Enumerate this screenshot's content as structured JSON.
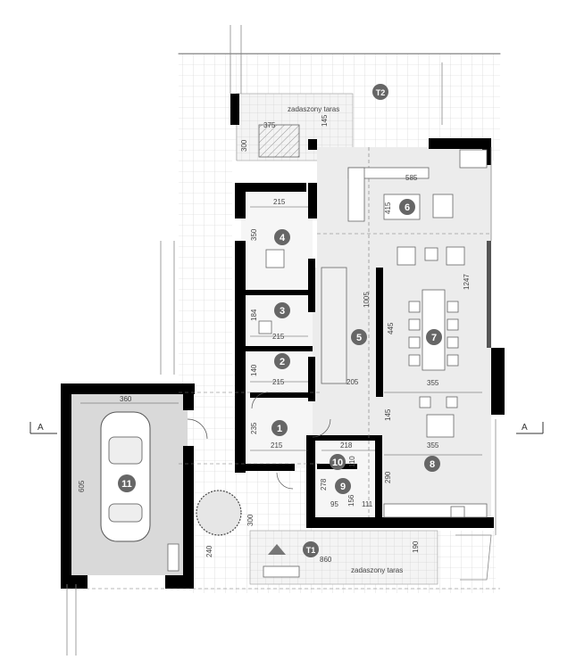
{
  "sections": {
    "left": "A",
    "right": "A"
  },
  "terraces": [
    {
      "id": "T2",
      "label": "zadaszony taras"
    },
    {
      "id": "T1",
      "label": "zadaszony taras"
    }
  ],
  "rooms": [
    {
      "number": "1"
    },
    {
      "number": "2"
    },
    {
      "number": "3"
    },
    {
      "number": "4"
    },
    {
      "number": "5"
    },
    {
      "number": "6"
    },
    {
      "number": "7"
    },
    {
      "number": "8"
    },
    {
      "number": "9"
    },
    {
      "number": "10"
    },
    {
      "number": "11"
    }
  ],
  "dimensions": [
    "375",
    "145",
    "300",
    "585",
    "415",
    "215",
    "350",
    "1247",
    "184",
    "215",
    "1005",
    "445",
    "140",
    "215",
    "205",
    "355",
    "145",
    "235",
    "215",
    "355",
    "218",
    "110",
    "290",
    "278",
    "156",
    "95",
    "111",
    "360",
    "605",
    "300",
    "240",
    "860",
    "190"
  ]
}
